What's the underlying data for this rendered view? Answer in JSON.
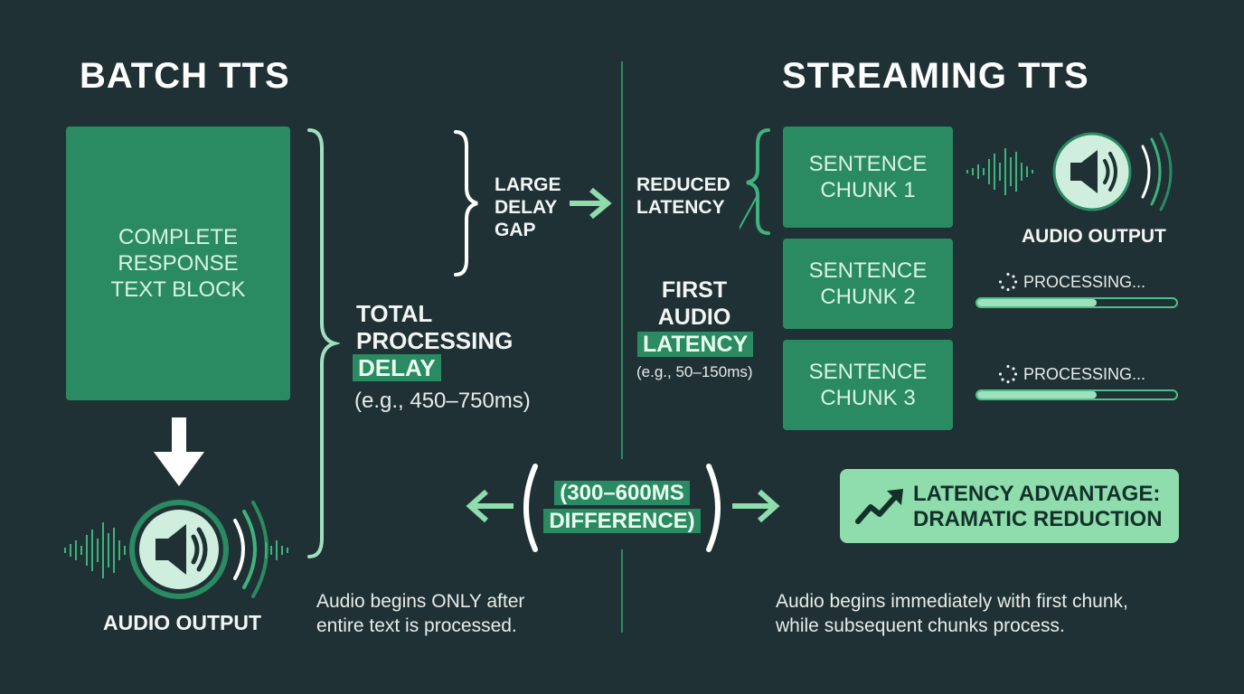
{
  "batch": {
    "title": "BATCH TTS",
    "block_line1": "COMPLETE",
    "block_line2": "RESPONSE",
    "block_line3": "TEXT BLOCK",
    "delay_line1": "TOTAL",
    "delay_line2": "PROCESSING",
    "delay_line3": "DELAY",
    "delay_example": "(e.g., 450–750ms)",
    "gap_line1": "LARGE",
    "gap_line2": "DELAY",
    "gap_line3": "GAP",
    "audio_label": "AUDIO OUTPUT",
    "note_line1": "Audio begins ONLY after",
    "note_line2": "entire text is processed."
  },
  "streaming": {
    "title": "STREAMING TTS",
    "reduced_line1": "REDUCED",
    "reduced_line2": "LATENCY",
    "first_line1": "FIRST",
    "first_line2": "AUDIO",
    "first_line3": "LATENCY",
    "first_example": "(e.g., 50–150ms)",
    "chunks": [
      {
        "line1": "SENTENCE",
        "line2": "CHUNK 1"
      },
      {
        "line1": "SENTENCE",
        "line2": "CHUNK 2"
      },
      {
        "line1": "SENTENCE",
        "line2": "CHUNK 3"
      }
    ],
    "audio_label": "AUDIO OUTPUT",
    "processing_label": "PROCESSING...",
    "processing_progress": [
      0.6,
      0.6
    ],
    "note_line1": "Audio begins immediately with first chunk,",
    "note_line2": "while subsequent chunks process."
  },
  "difference": {
    "line1": "(300–600ms",
    "line2": "DIFFERENCE)"
  },
  "advantage": {
    "line1": "LATENCY ADVANTAGE:",
    "line2": "DRAMATIC REDUCTION"
  },
  "colors": {
    "background": "#1f3134",
    "accent": "#2a8a62",
    "light_accent": "#8fdcad"
  },
  "icons": [
    "down-arrow-icon",
    "speaker-icon",
    "right-arrow-icon",
    "left-arrow-icon",
    "trend-up-icon",
    "spinner-icon"
  ]
}
